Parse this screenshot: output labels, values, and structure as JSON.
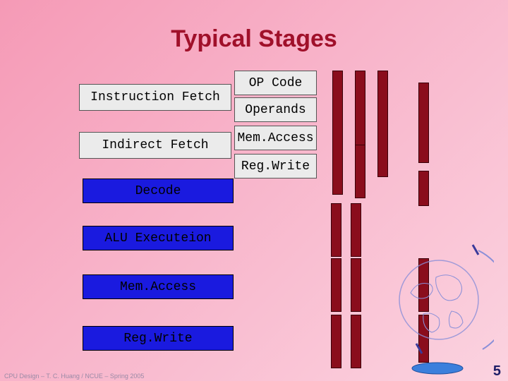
{
  "slide": {
    "title": "Typical Stages",
    "footer": "CPU Design – T. C. Huang / NCUE – Spring 2005",
    "page_number": "5"
  },
  "left_stages": [
    "Instruction Fetch",
    "Indirect Fetch",
    "Decode",
    "ALU Executeion",
    "Mem.Access",
    "Reg.Write"
  ],
  "right_stages": [
    "OP Code",
    "Operands",
    "Mem.Access",
    "Reg.Write"
  ],
  "colors": {
    "title": "#a0102a",
    "stage_fill_blue": "#1a1adf",
    "stage_fill_gray": "#ebebeb",
    "bar": "#8a0d1c"
  },
  "decorations": {
    "globe": "globe-icon"
  }
}
